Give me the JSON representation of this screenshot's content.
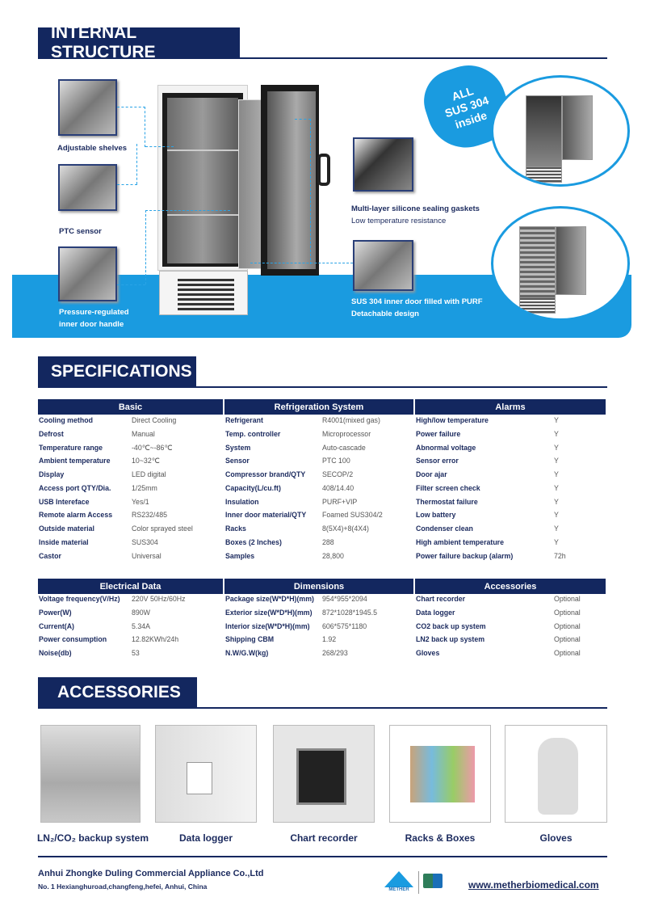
{
  "sections": {
    "internal": "INTERNAL STRUCTURE",
    "specs": "SPECIFICATIONS",
    "accessories": "ACCESSORIES"
  },
  "structure": {
    "adjustable_shelves": "Adjustable shelves",
    "ptc_sensor": "PTC sensor",
    "handle_line1": "Pressure-regulated",
    "handle_line2": "inner door handle",
    "gasket_line1": "Multi-layer silicone sealing gaskets",
    "gasket_line2": "Low temperature resistance",
    "door_line1": "SUS 304  inner door filled with PURF",
    "door_line2": "Detachable design",
    "badge": [
      "ALL",
      "SUS 304",
      "inside"
    ]
  },
  "specs": {
    "groups": [
      {
        "title": "Basic",
        "rows": [
          [
            "Cooling method",
            "Direct Cooling"
          ],
          [
            "Defrost",
            "Manual"
          ],
          [
            "Temperature range",
            "-40℃~-86℃"
          ],
          [
            "Ambient temperature",
            "10~32℃"
          ],
          [
            "Display",
            "LED digital"
          ],
          [
            "Access port QTY/Dia.",
            "1/25mm"
          ],
          [
            "USB Intereface",
            "Yes/1"
          ],
          [
            "Remote alarm Access",
            "RS232/485"
          ],
          [
            "Outside material",
            "Color sprayed steel"
          ],
          [
            "Inside material",
            "SUS304"
          ],
          [
            "Castor",
            "Universal"
          ]
        ]
      },
      {
        "title": "Refrigeration System",
        "rows": [
          [
            "Refrigerant",
            "R4001(mixed gas)"
          ],
          [
            "Temp. controller",
            "Microprocessor"
          ],
          [
            "System",
            "Auto-cascade"
          ],
          [
            "Sensor",
            "PTC 100"
          ],
          [
            "Compressor brand/QTY",
            "SECOP/2"
          ],
          [
            "Capacity(L/cu.ft)",
            "408/14.40"
          ],
          [
            "Insulation",
            "PURF+VIP"
          ],
          [
            "Inner door material/QTY",
            "Foamed SUS304/2"
          ],
          [
            "Racks",
            "8(5X4)+8(4X4)"
          ],
          [
            "Boxes (2 Inches)",
            "288"
          ],
          [
            "Samples",
            "28,800"
          ]
        ]
      },
      {
        "title": "Alarms",
        "rows": [
          [
            "High/low temperature",
            "Y"
          ],
          [
            "Power failure",
            "Y"
          ],
          [
            "Abnormal voltage",
            "Y"
          ],
          [
            "Sensor error",
            "Y"
          ],
          [
            "Door ajar",
            "Y"
          ],
          [
            "Filter screen check",
            "Y"
          ],
          [
            "Thermostat failure",
            "Y"
          ],
          [
            "Low battery",
            "Y"
          ],
          [
            "Condenser clean",
            "Y"
          ],
          [
            "High ambient temperature",
            "Y"
          ],
          [
            "Power failure backup (alarm)",
            "72h"
          ]
        ]
      },
      {
        "title": "Electrical Data",
        "rows": [
          [
            "Voltage frequency(V/Hz)",
            "220V 50Hz/60Hz"
          ],
          [
            "Power(W)",
            "890W"
          ],
          [
            "Current(A)",
            "5.34A"
          ],
          [
            "Power consumption",
            "12.82KWh/24h"
          ],
          [
            "Noise(db)",
            "53"
          ]
        ]
      },
      {
        "title": "Dimensions",
        "rows": [
          [
            "Package size(W*D*H)(mm)",
            "954*955*2094"
          ],
          [
            "Exterior size(W*D*H)(mm)",
            "872*1028*1945.5"
          ],
          [
            "Interior size(W*D*H)(mm)",
            "606*575*1180"
          ],
          [
            "Shipping CBM",
            "1.92"
          ],
          [
            "N.W/G.W(kg)",
            "268/293"
          ]
        ]
      },
      {
        "title": "Accessories",
        "rows": [
          [
            "Chart recorder",
            "Optional"
          ],
          [
            "Data logger",
            "Optional"
          ],
          [
            "CO2 back up system",
            "Optional"
          ],
          [
            "LN2 back up system",
            "Optional"
          ],
          [
            "Gloves",
            "Optional"
          ]
        ]
      }
    ]
  },
  "accessories": [
    "LN₂/CO₂ backup system",
    "Data logger",
    "Chart recorder",
    "Racks & Boxes",
    "Gloves"
  ],
  "footer": {
    "company": "Anhui Zhongke Duling Commercial Appliance Co.,Ltd",
    "address": "No. 1 Hexianghuroad,changfeng,hefei, Anhui, China",
    "logo_text": "METHER",
    "url": "www.metherbiomedical.com"
  },
  "colors": {
    "navy": "#13275f",
    "blue": "#1a9be0"
  }
}
